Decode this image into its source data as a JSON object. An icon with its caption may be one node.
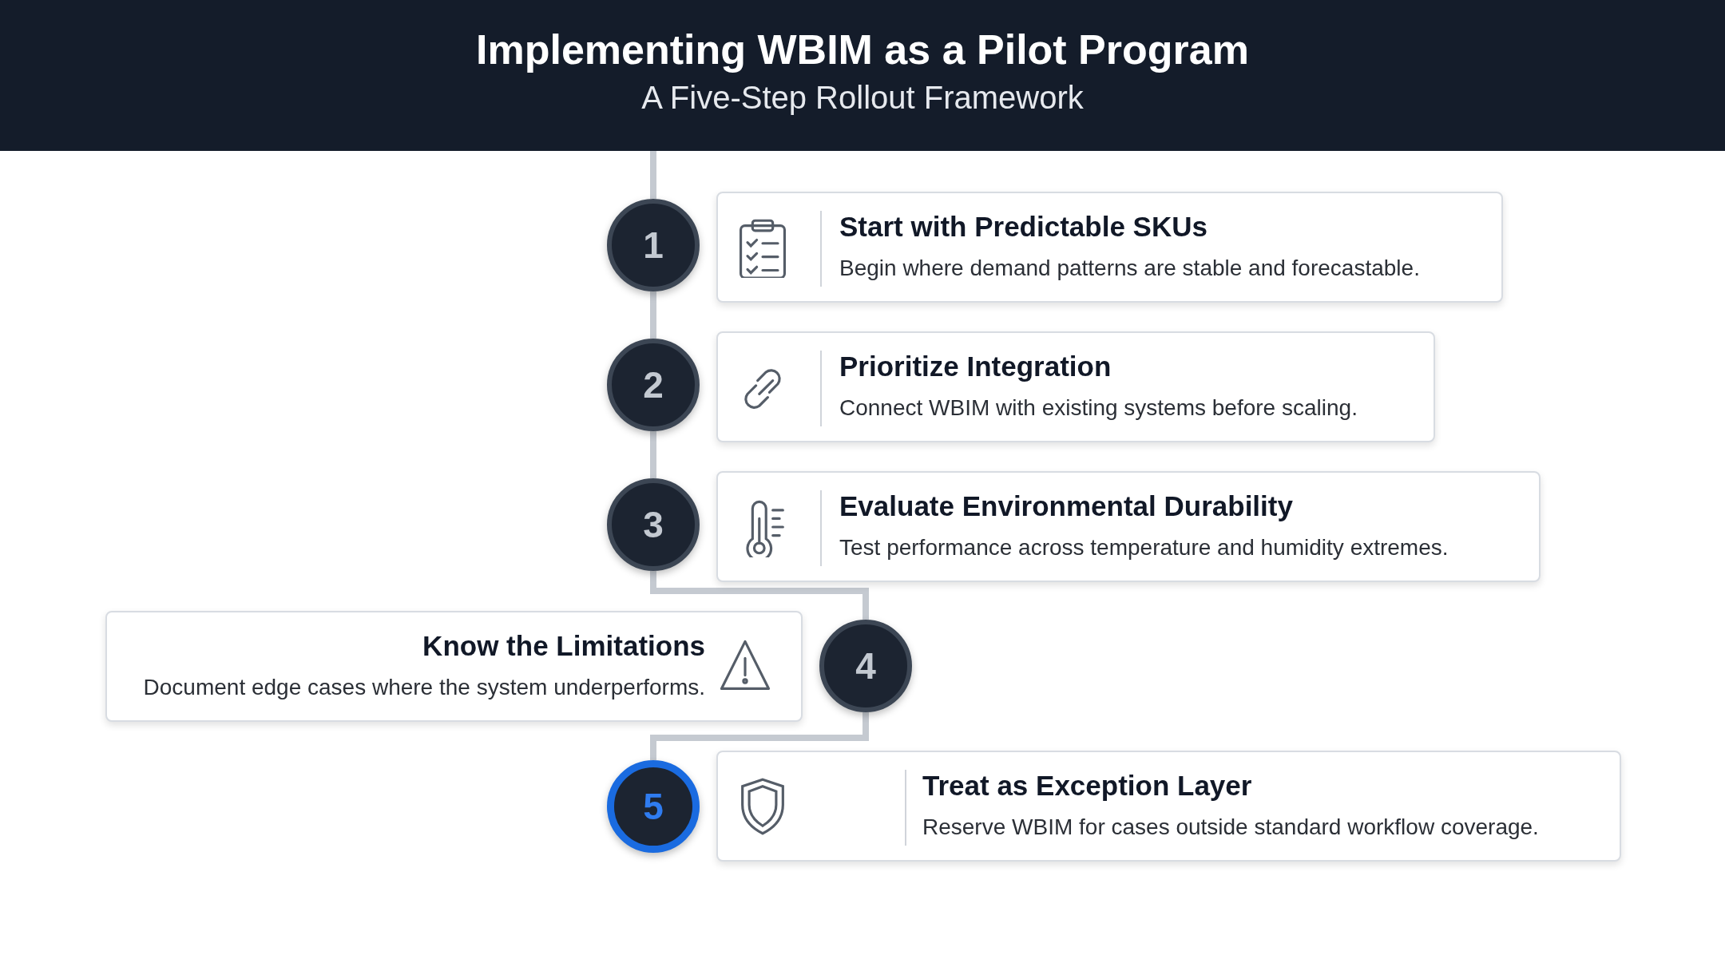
{
  "diagram": {
    "title": "Implementing WBIM as a Pilot Program",
    "nodes": [
      {
        "text": [
          "1"
        ]
      },
      {
        "text": [
          "Start with Predictable SKUs",
          "Begin where demand patterns are stable and forecastable."
        ]
      },
      {
        "text": [
          "2"
        ]
      },
      {
        "text": [
          "Prioritize Integration",
          "Connect WBIM with existing systems before scaling."
        ]
      },
      {
        "text": [
          "3"
        ]
      },
      {
        "text": [
          "Evaluate Environmental Durability",
          "Test performance across temperature and humidity extremes."
        ]
      },
      {
        "text": [
          "Know the Limitations",
          "Document edge cases where the system underperforms."
        ]
      },
      {
        "text": [
          "4"
        ]
      },
      {
        "text": [
          "5"
        ]
      },
      {
        "text": [
          "Treat as Exception Layer",
          "Reserve WBIM for cases outside standard workflow coverage."
        ]
      }
    ],
    "edges": [
      {
        "from": null,
        "to": 0,
        "arrow": "none"
      },
      {
        "from": 0,
        "to": 2,
        "arrow": "none"
      },
      {
        "from": 2,
        "to": 4,
        "arrow": "none"
      },
      {
        "from": 4,
        "to": 7,
        "arrow": "none"
      },
      {
        "from": 7,
        "to": 8,
        "arrow": "none"
      }
    ],
    "labels": [
      "A Five-Step Rollout Framework"
    ]
  }
}
